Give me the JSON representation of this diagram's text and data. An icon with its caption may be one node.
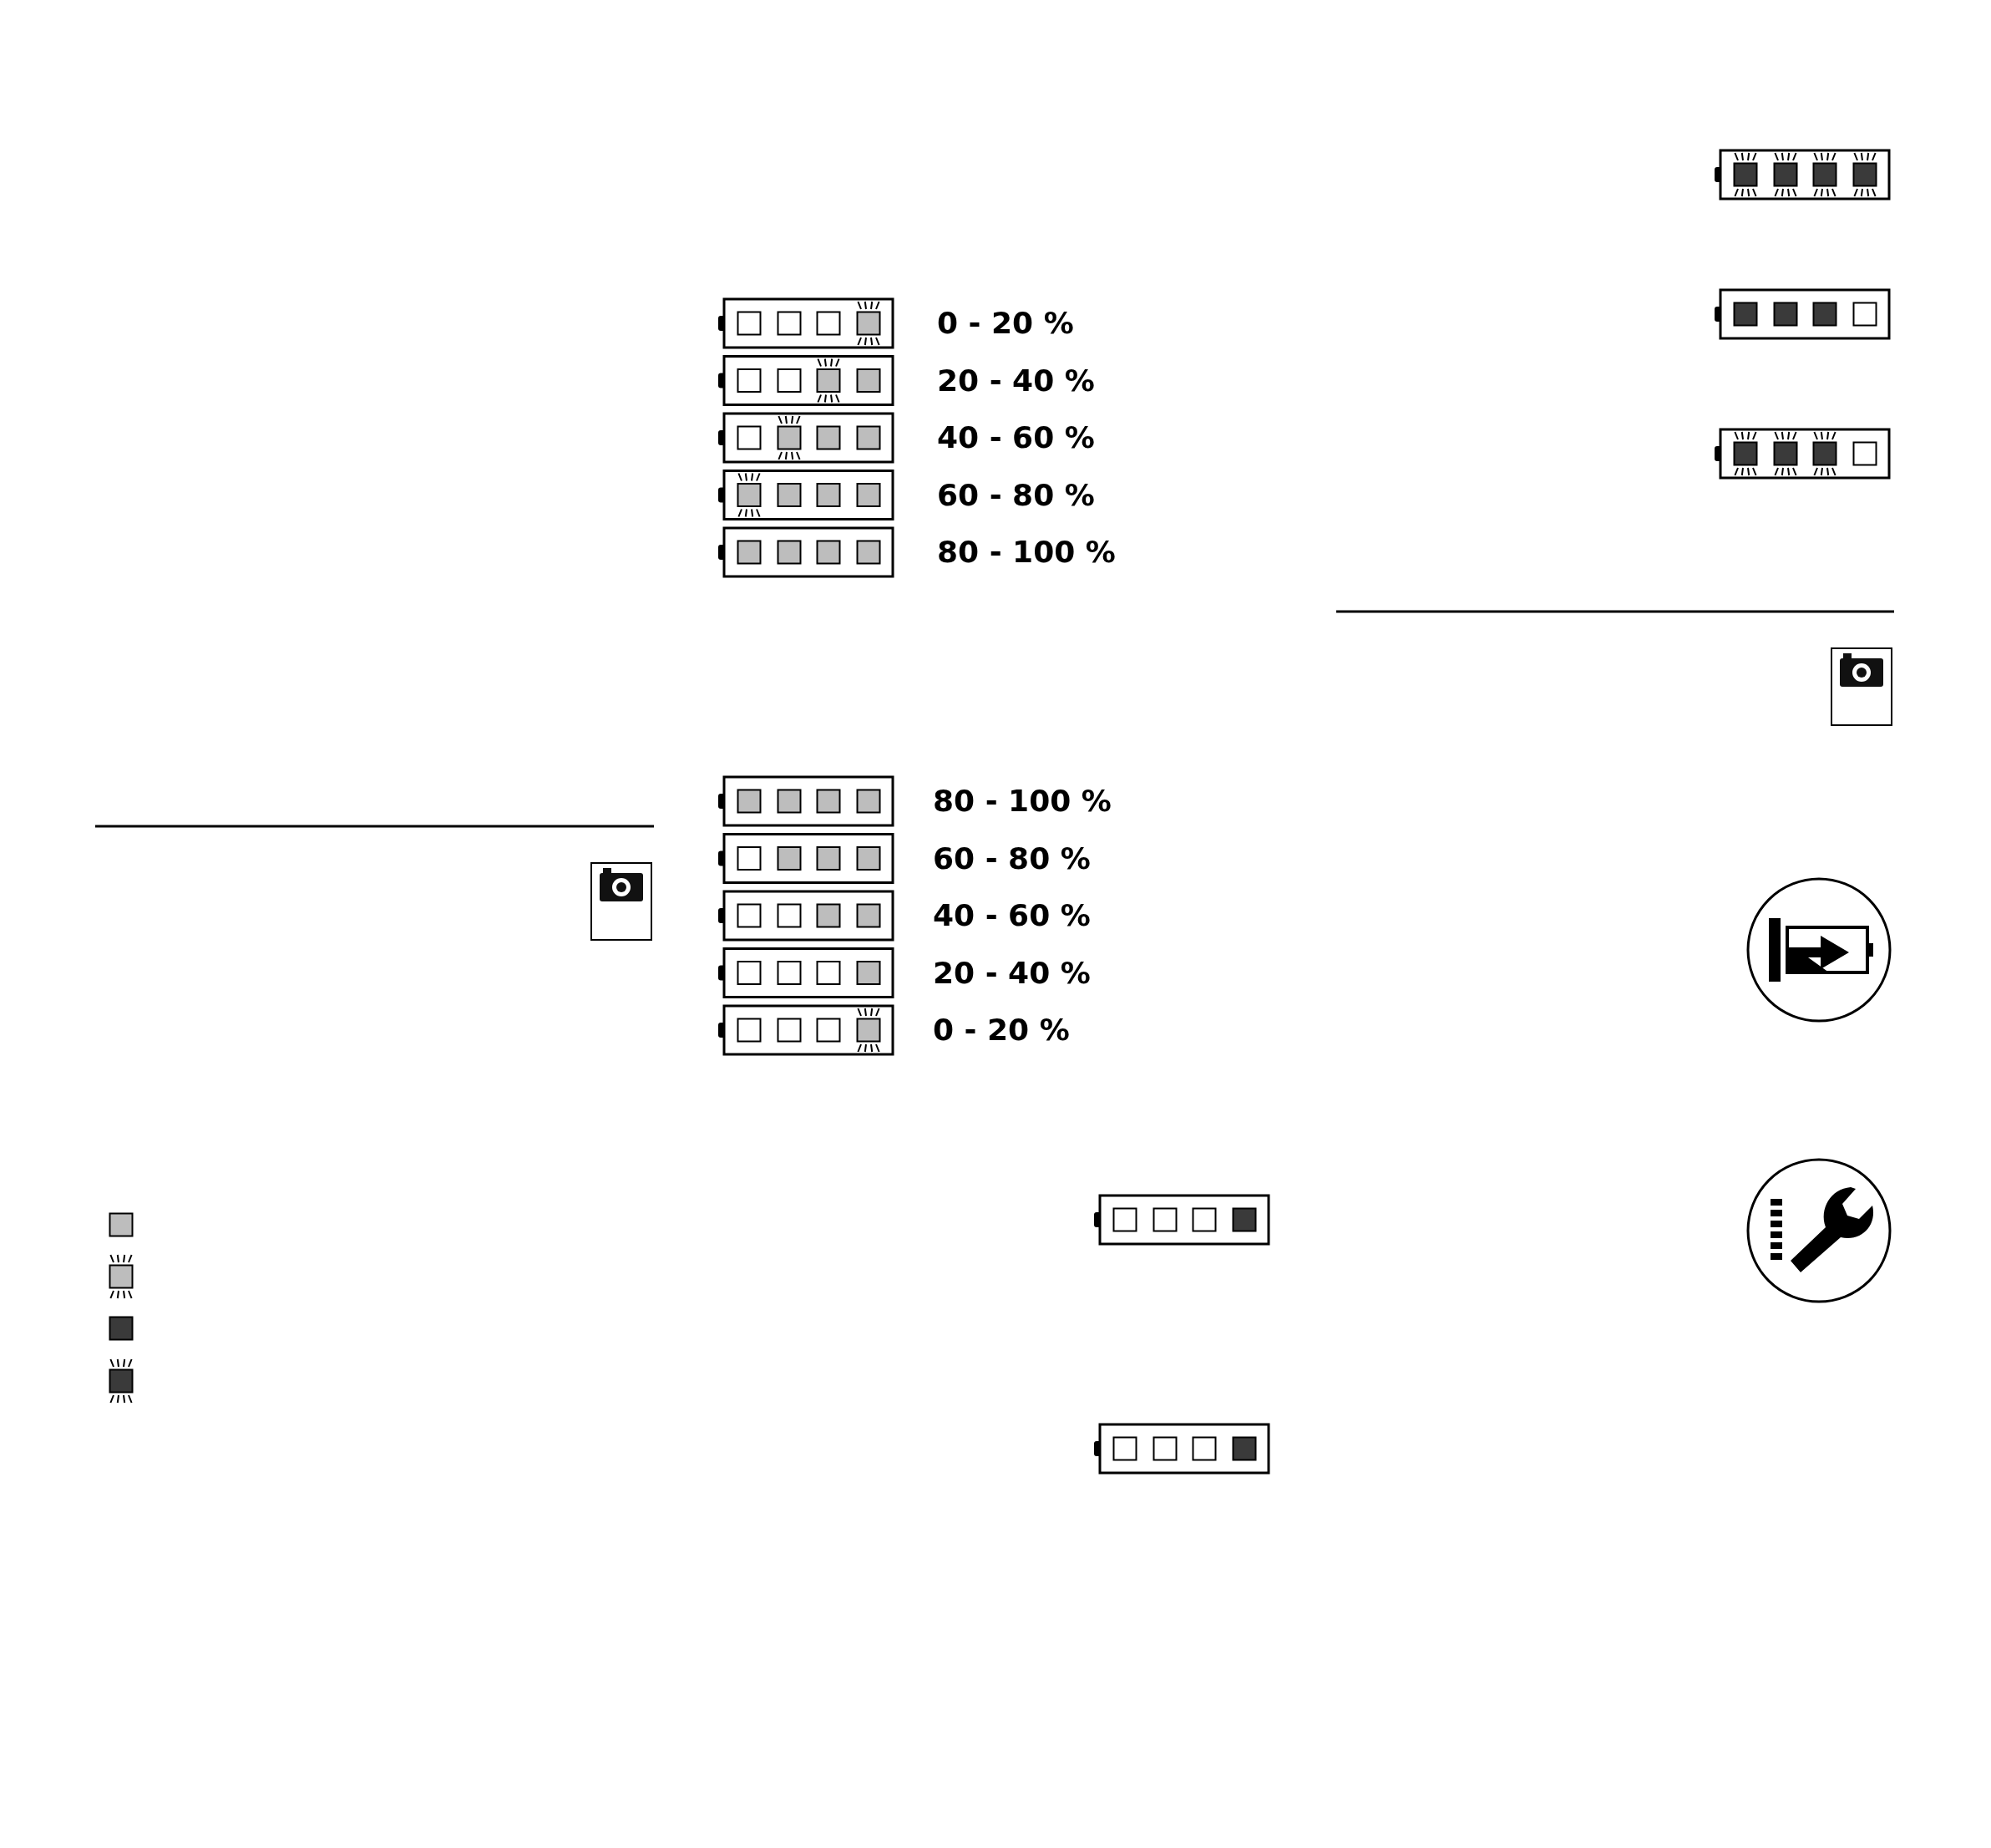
{
  "diagram": {
    "labels": [
      "0 - 20 %",
      "20 - 40 %",
      "40 - 60 %",
      "60 - 80 %",
      "80 - 100 %",
      "80 - 100 %",
      "60 - 80 %",
      "40 - 60 %",
      "20 - 40 %",
      "0 - 20 %"
    ]
  }
}
